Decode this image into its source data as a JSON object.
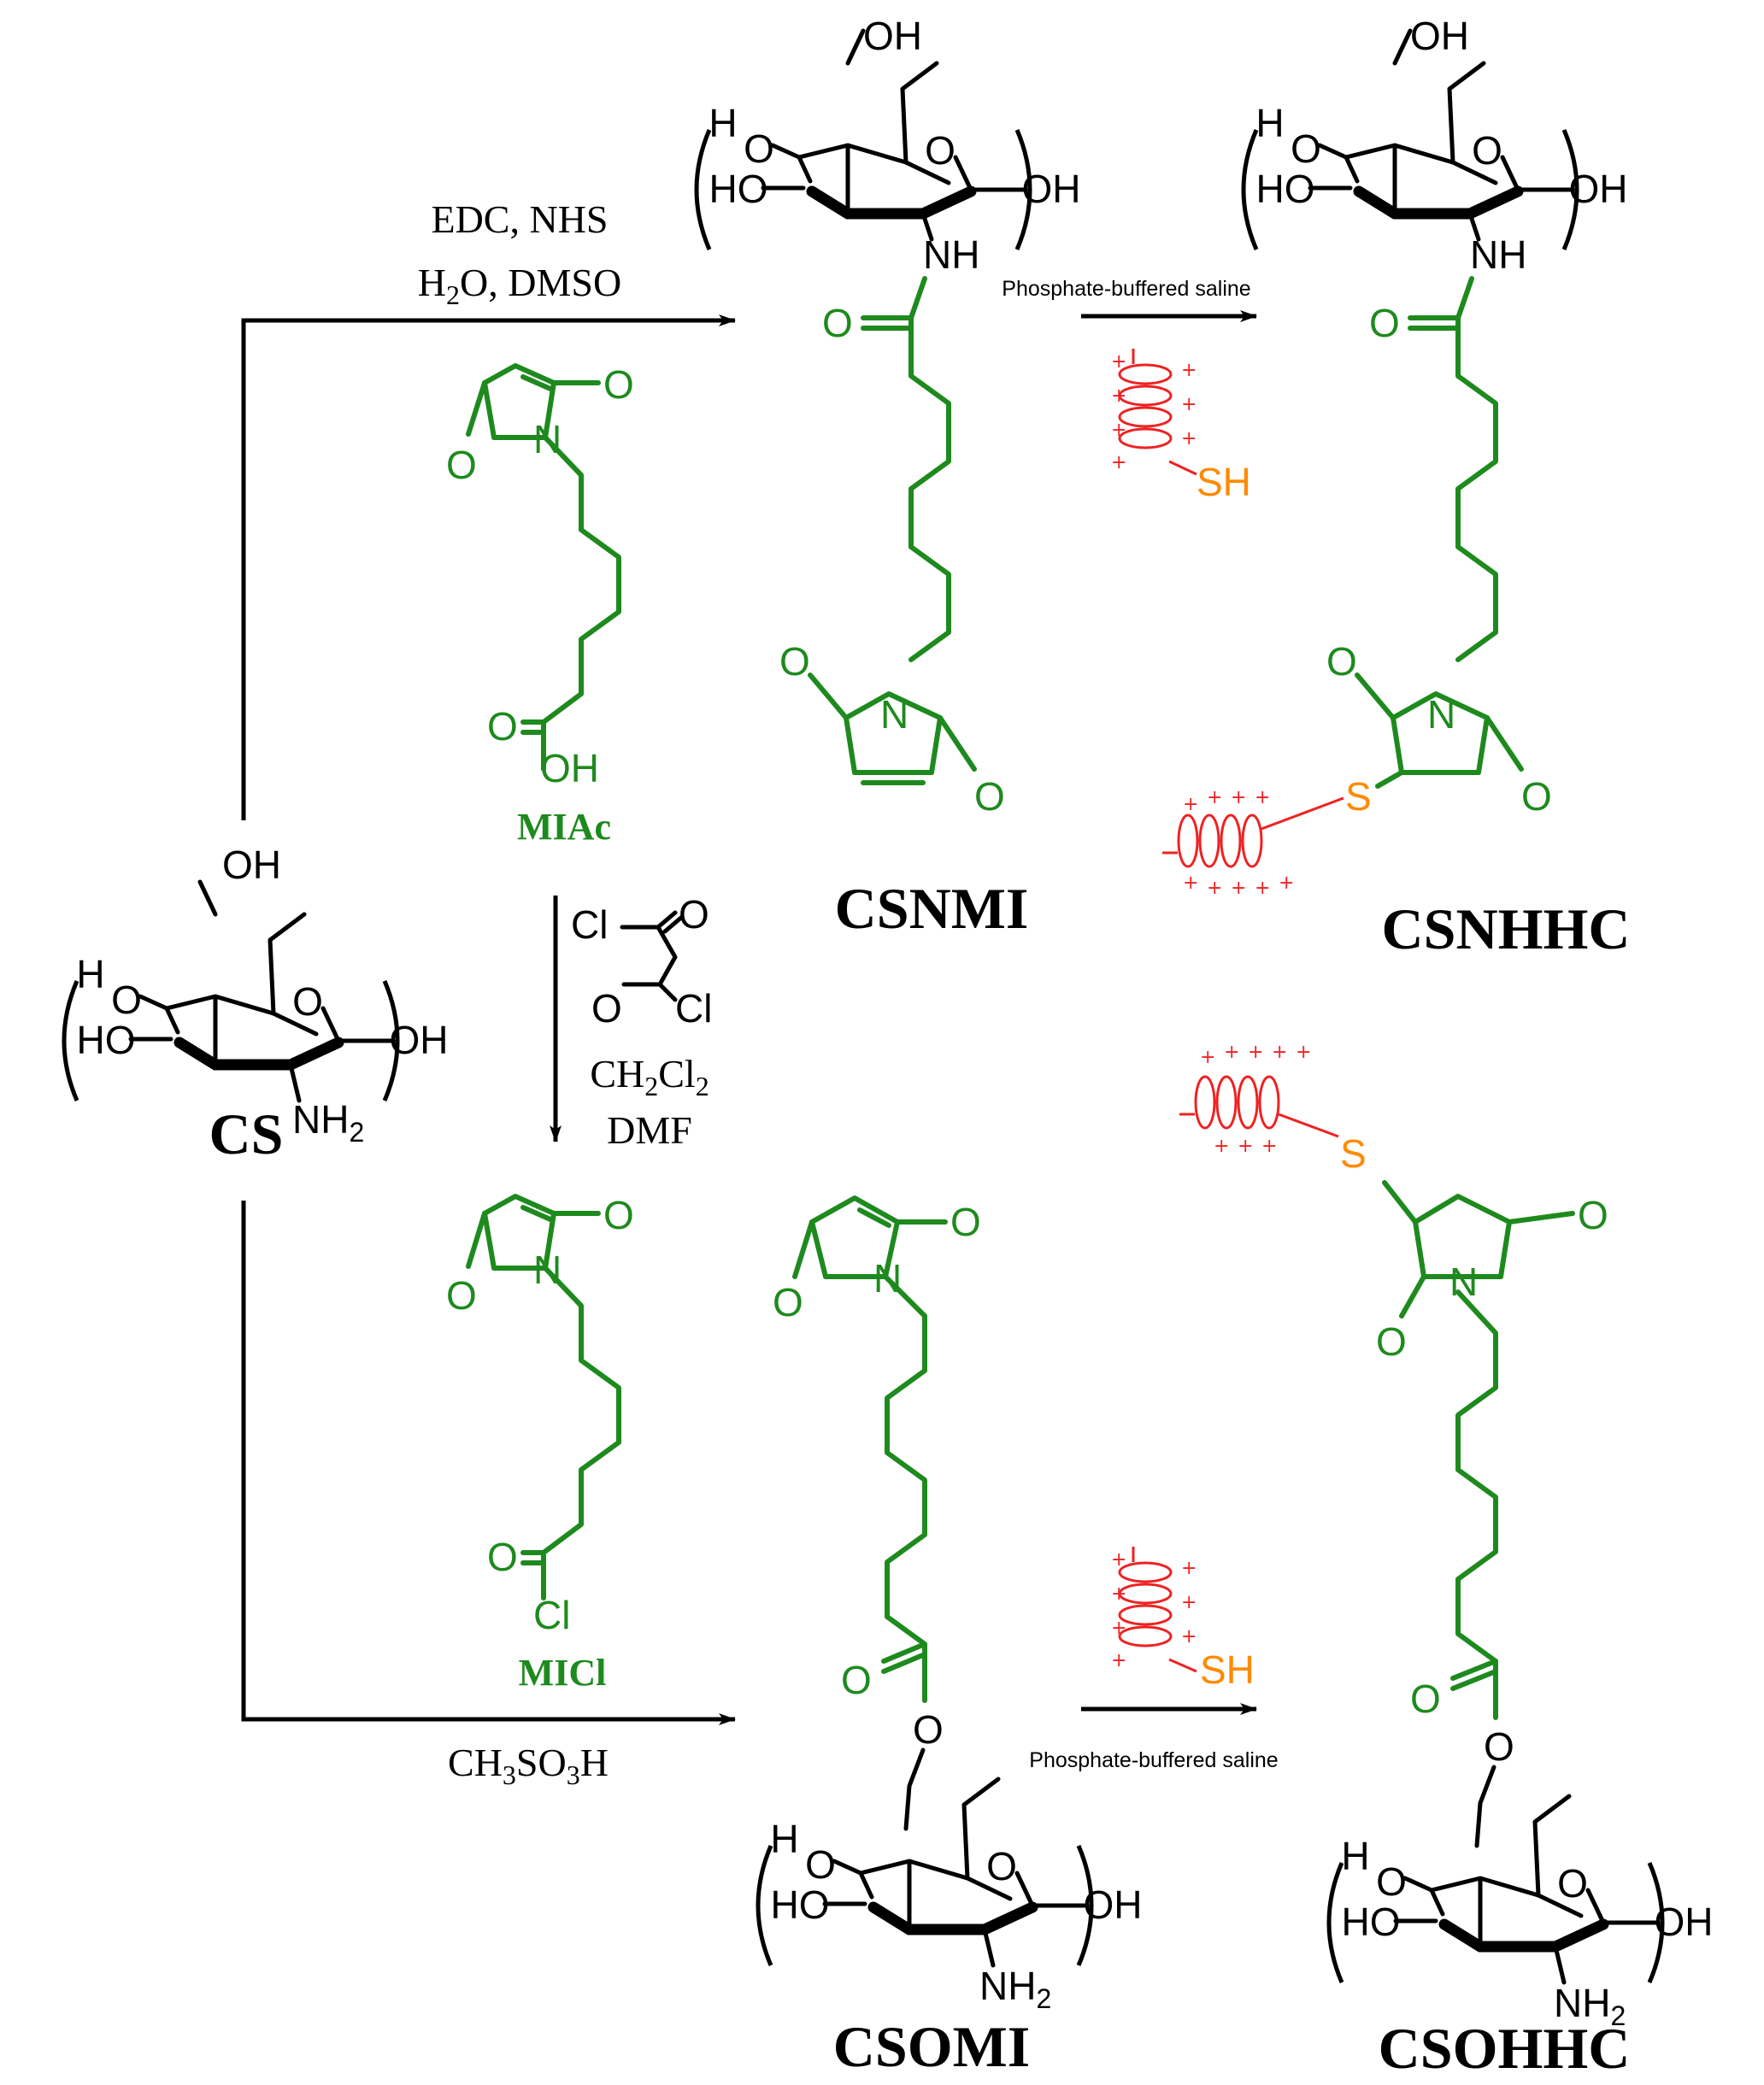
{
  "compounds": {
    "cs": "CS",
    "csnmi": "CSNMI",
    "csnhhc": "CSNHHC",
    "csomi": "CSOMI",
    "csohhc": "CSOHHC",
    "miac": "MIAc",
    "micl": "MICl"
  },
  "reagents": {
    "top_line1": "EDC, NHS",
    "top_line2_a": "H",
    "top_line2_sub": "2",
    "top_line2_b": "O, DMSO",
    "pbs_top": "Phosphate-buffered saline",
    "pbs_bottom": "Phosphate-buffered saline",
    "ch2cl2_a": "CH",
    "ch2cl2_s1": "2",
    "ch2cl2_b": "Cl",
    "ch2cl2_s2": "2",
    "dmf": "DMF",
    "msa_a": "CH",
    "msa_s1": "3",
    "msa_b": "SO",
    "msa_s2": "3",
    "msa_c": "H"
  },
  "atoms": {
    "H": "H",
    "O": "O",
    "OH": "OH",
    "HO": "HO",
    "NH": "NH",
    "N": "N",
    "NH2_a": "NH",
    "NH2_sub": "2",
    "Cl": "Cl",
    "S": "S",
    "SH": "SH"
  },
  "charge_symbol": "+",
  "colors": {
    "linker": "#1e8a1e",
    "thiol": "#ff8a00",
    "peptide": "#ee2222",
    "skeleton": "#000000"
  }
}
